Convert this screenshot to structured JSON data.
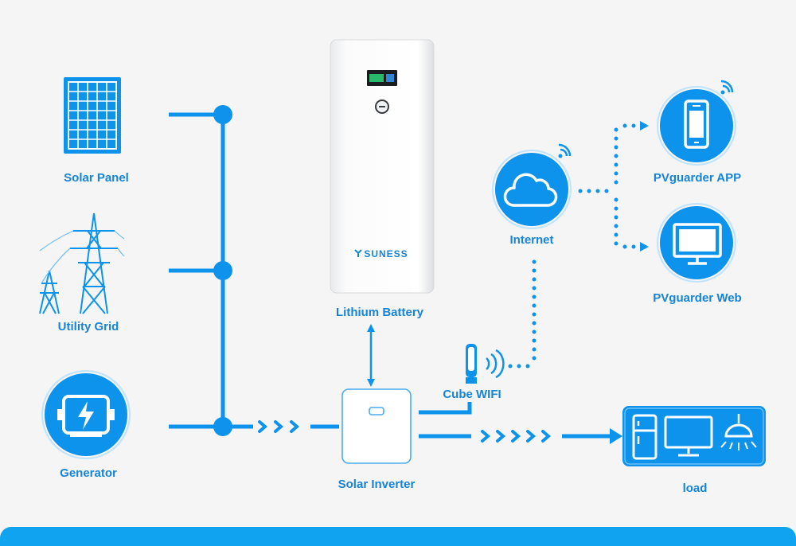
{
  "colors": {
    "accent": "#0d93ec",
    "dark_accent": "#0a86dc",
    "label": "#1684d8",
    "background": "#f6f5f5",
    "bar": "#10a4f0"
  },
  "labels": {
    "solar_panel": "Solar Panel",
    "utility_grid": "Utility Grid",
    "generator": "Generator",
    "lithium_battery": "Lithium Battery",
    "solar_inverter": "Solar Inverter",
    "cube_wifi": "Cube WIFI",
    "internet": "Internet",
    "pvguarder_app": "PVguarder  APP",
    "pvguarder_web": "PVguarder  Web",
    "load": "load"
  },
  "battery": {
    "brand": "SUNESS"
  },
  "icons": {
    "solar_panel": "solar-panel-icon",
    "utility_grid": "transmission-tower-icon",
    "generator": "generator-icon",
    "battery": "lithium-battery-unit",
    "inverter": "inverter-icon",
    "wifi": "wifi-dongle-icon",
    "internet": "cloud-icon",
    "app": "smartphone-icon",
    "web": "monitor-icon",
    "load": "appliances-icon"
  }
}
